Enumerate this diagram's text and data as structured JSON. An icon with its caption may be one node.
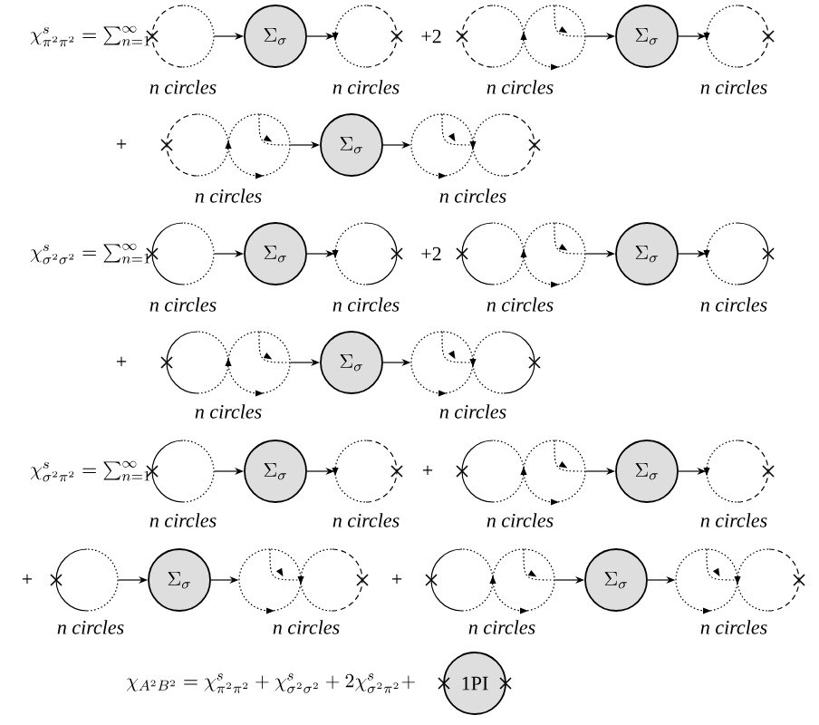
{
  "diagram": {
    "nodes": [
      {
        "text": [],
        "shape": "circle"
      },
      {
        "text": [
          "\\Sigma_\\sigma"
        ]
      },
      {
        "text": [],
        "shape": "circle"
      },
      {
        "text": [],
        "shape": "circle"
      },
      {
        "text": [],
        "shape": "circle"
      },
      {
        "text": [
          "\\Sigma_\\sigma"
        ]
      },
      {
        "text": [],
        "shape": "circle"
      },
      {
        "text": [],
        "shape": "circle"
      },
      {
        "text": [],
        "shape": "circle"
      },
      {
        "text": [
          "\\Sigma_\\sigma"
        ]
      },
      {
        "text": [],
        "shape": "circle"
      },
      {
        "text": [],
        "shape": "circle"
      },
      {
        "text": [],
        "shape": "circle"
      },
      {
        "text": [
          "\\Sigma_\\sigma"
        ]
      },
      {
        "text": [],
        "shape": "circle"
      },
      {
        "text": [],
        "shape": "circle"
      },
      {
        "text": [],
        "shape": "circle"
      },
      {
        "text": [
          "\\Sigma_\\sigma"
        ]
      },
      {
        "text": [],
        "shape": "circle"
      },
      {
        "text": [],
        "shape": "circle"
      },
      {
        "text": [],
        "shape": "circle"
      },
      {
        "text": [
          "\\Sigma_\\sigma"
        ]
      },
      {
        "text": [],
        "shape": "circle"
      },
      {
        "text": [],
        "shape": "circle"
      },
      {
        "text": [],
        "shape": "circle"
      },
      {
        "text": [
          "\\Sigma_\\sigma"
        ]
      },
      {
        "text": [],
        "shape": "circle"
      },
      {
        "text": [],
        "shape": "circle"
      },
      {
        "text": [],
        "shape": "circle"
      },
      {
        "text": [
          "\\Sigma_\\sigma"
        ]
      },
      {
        "text": [],
        "shape": "circle"
      },
      {
        "text": [],
        "shape": "circle"
      },
      {
        "text": [
          "\\Sigma_\\sigma"
        ]
      },
      {
        "text": [],
        "shape": "circle"
      },
      {
        "text": [],
        "shape": "circle"
      },
      {
        "text": [],
        "shape": "circle"
      },
      {
        "text": [],
        "shape": "circle"
      },
      {
        "text": [
          "\\Sigma_\\sigma"
        ]
      },
      {
        "text": [],
        "shape": "circle"
      },
      {
        "text": [],
        "shape": "circle"
      },
      {
        "text": [
          "1PI"
        ]
      }
    ],
    "edges": [
      {
        "from": 0,
        "to": 1,
        "arrow": "to"
      },
      {
        "from": 1,
        "to": 2,
        "arrow": "to"
      },
      {
        "from": 4,
        "to": 5,
        "arrow": "to"
      },
      {
        "from": 5,
        "to": 6,
        "arrow": "to"
      },
      {
        "from": 8,
        "to": 9,
        "arrow": "to"
      },
      {
        "from": 9,
        "to": 10,
        "arrow": "to"
      },
      {
        "from": 12,
        "to": 13,
        "arrow": "to"
      },
      {
        "from": 13,
        "to": 14,
        "arrow": "to"
      },
      {
        "from": 16,
        "to": 17,
        "arrow": "to"
      },
      {
        "from": 17,
        "to": 18,
        "arrow": "to"
      },
      {
        "from": 20,
        "to": 21,
        "arrow": "to"
      },
      {
        "from": 21,
        "to": 22,
        "arrow": "to"
      },
      {
        "from": 24,
        "to": 25,
        "arrow": "to"
      },
      {
        "from": 25,
        "to": 26,
        "arrow": "to"
      },
      {
        "from": 28,
        "to": 29,
        "arrow": "to"
      },
      {
        "from": 29,
        "to": 30,
        "arrow": "to"
      },
      {
        "from": 31,
        "to": 32,
        "arrow": "to"
      },
      {
        "from": 32,
        "to": 33,
        "arrow": "to"
      },
      {
        "from": 36,
        "to": 37,
        "arrow": "to"
      },
      {
        "from": 37,
        "to": 38,
        "arrow": "to"
      }
    ],
    "labels": [
      "\\chi^{s}_{\\pi^2\\pi^2}=\\sum_{n=1}^{\\infty}",
      "+2",
      "n circles",
      "n circles",
      "n circles",
      "n circles",
      "+",
      "n circles",
      "n circles",
      "\\chi^{s}_{\\sigma^2\\sigma^2}=\\sum_{n=1}^{\\infty}",
      "+2",
      "n circles",
      "n circles",
      "n circles",
      "n circles",
      "+",
      "n circles",
      "n circles",
      "\\chi^{s}_{\\sigma^2\\pi^2}=\\sum_{n=1}^{\\infty}",
      "+",
      "n circles",
      "n circles",
      "n circles",
      "n circles",
      "+",
      "+",
      "n circles",
      "n circles",
      "n circles",
      "n circles",
      "\\chi_{A^2B^2}=\\chi^{s}_{\\pi^2\\pi^2}+\\chi^{s}_{\\sigma^2\\sigma^2}+2\\chi^{s}_{\\sigma^2\\pi^2}+"
    ]
  }
}
